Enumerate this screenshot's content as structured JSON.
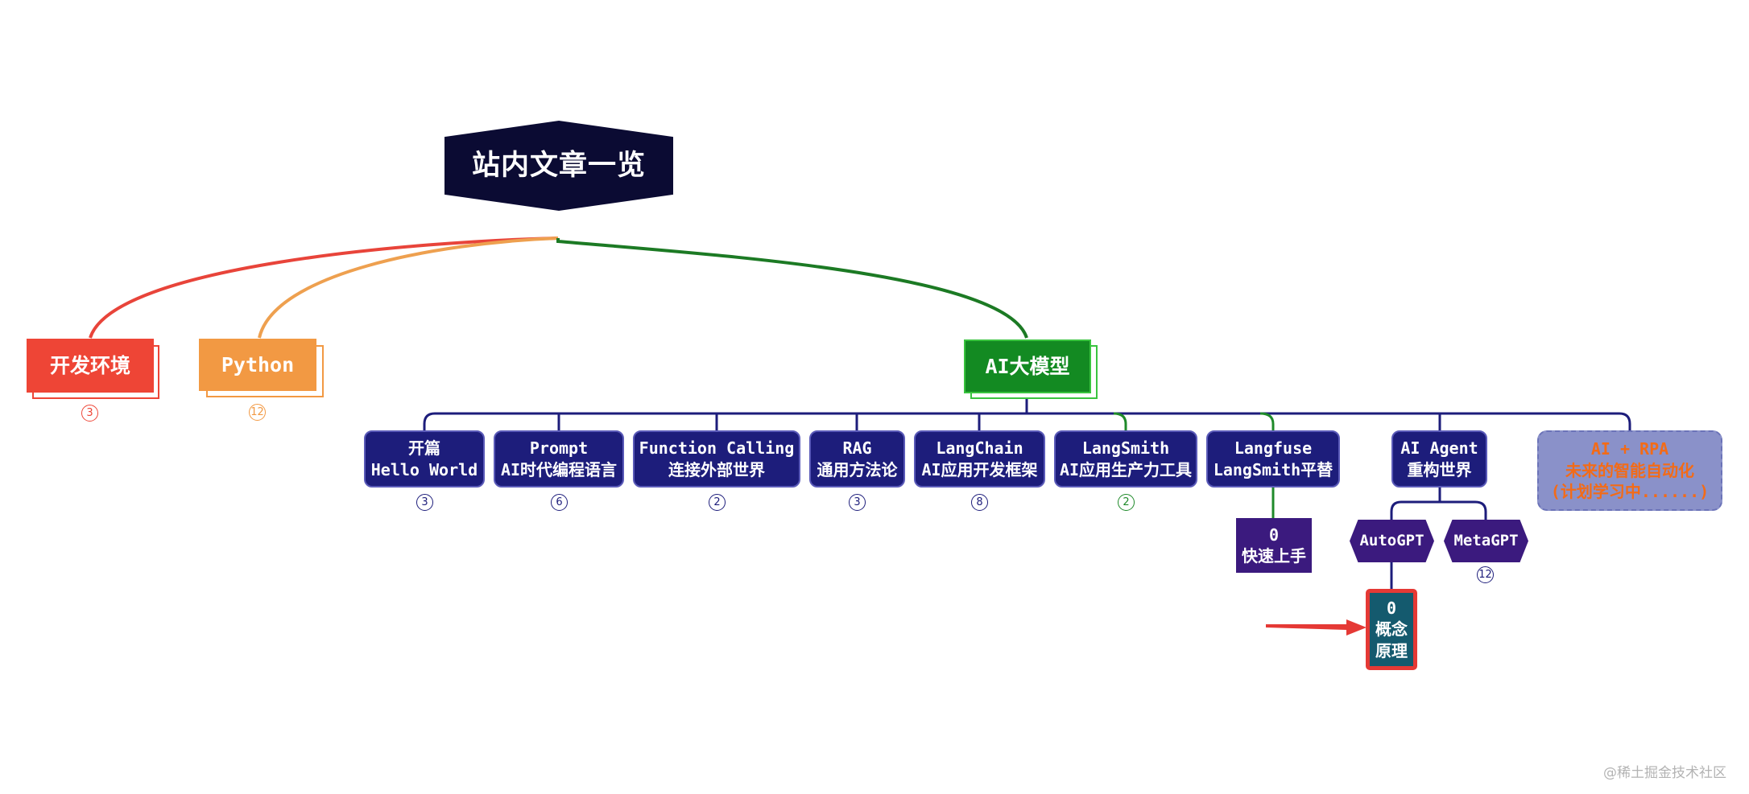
{
  "root": "站内文章一览",
  "branches": [
    {
      "label": "开发环境",
      "count": "3",
      "color": "#ee4536"
    },
    {
      "label": "Python",
      "count": "12",
      "color": "#f29943"
    },
    {
      "label": "AI大模型",
      "color": "#138a22"
    }
  ],
  "ai_topics": [
    {
      "line1": "开篇",
      "line2": "Hello World",
      "count": "3"
    },
    {
      "line1": "Prompt",
      "line2": "AI时代编程语言",
      "count": "6"
    },
    {
      "line1": "Function Calling",
      "line2": "连接外部世界",
      "count": "2"
    },
    {
      "line1": "RAG",
      "line2": "通用方法论",
      "count": "3"
    },
    {
      "line1": "LangChain",
      "line2": "AI应用开发框架",
      "count": "8"
    },
    {
      "line1": "LangSmith",
      "line2": "AI应用生产力工具",
      "count": "2"
    },
    {
      "line1": "Langfuse",
      "line2": "LangSmith平替"
    },
    {
      "line1": "AI Agent",
      "line2": "重构世界"
    },
    {
      "line1": "AI + RPA",
      "line2": "未来的智能自动化",
      "line3": "(计划学习中......)"
    }
  ],
  "langfuse_child": {
    "line1": "0",
    "line2": "快速上手"
  },
  "agent_children": [
    {
      "label": "AutoGPT"
    },
    {
      "label": "MetaGPT",
      "count": "12"
    }
  ],
  "autogpt_child": {
    "line1": "0",
    "line2": "概念",
    "line3": "原理"
  },
  "watermark": "@稀土掘金技术社区",
  "colors": {
    "root": "#0b0b33",
    "level2": "#1d1d7b",
    "purple": "#3b1a7e",
    "teal": "#145a6e",
    "highlight": "#e53935",
    "langsmith_accent": "#1f8a2a"
  }
}
